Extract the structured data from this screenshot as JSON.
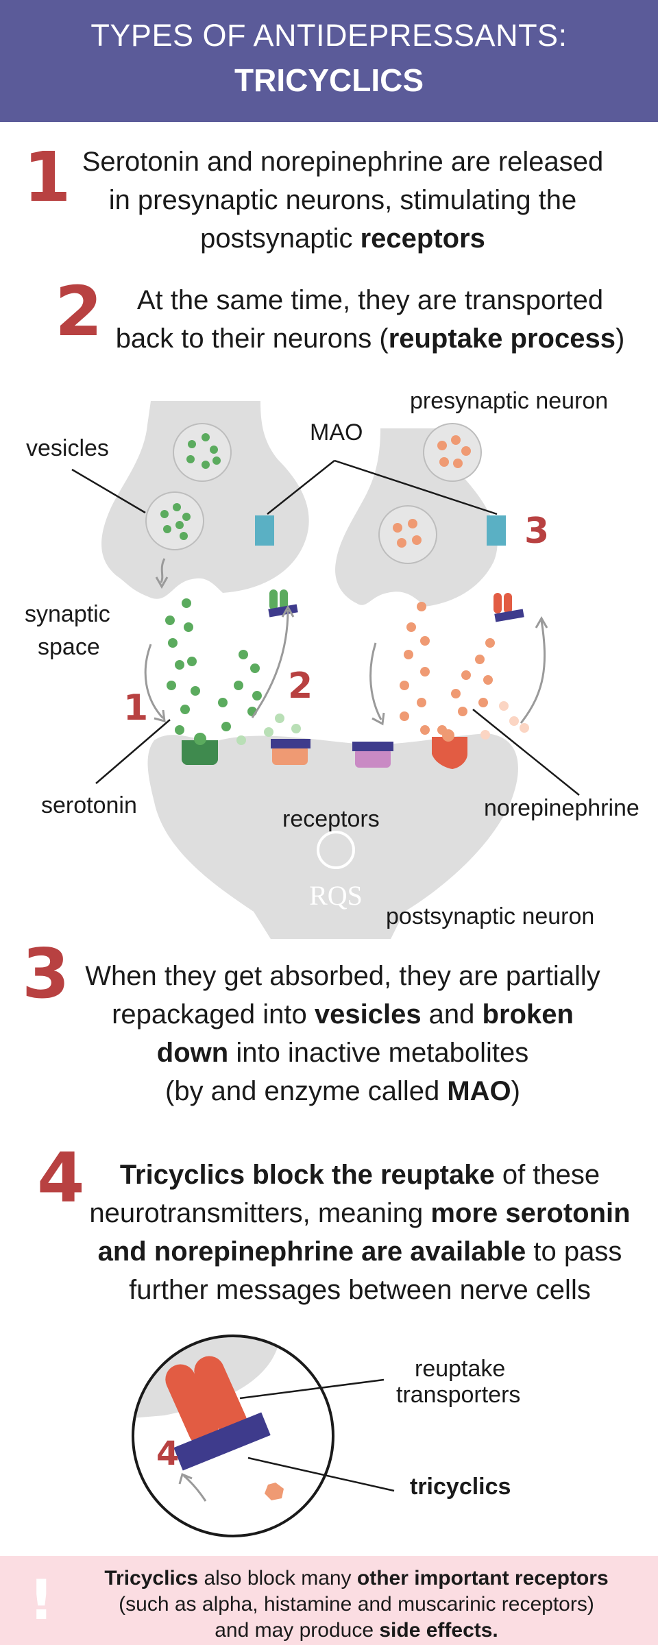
{
  "header": {
    "line1": "TYPES OF ANTIDEPRESSANTS:",
    "line2": "TRICYCLICS"
  },
  "steps": [
    {
      "num": "1",
      "parts": [
        "Serotonin and norepinephrine are released",
        "in presynaptic neurons, stimulating the",
        "postsynaptic ",
        "receptors"
      ]
    },
    {
      "num": "2",
      "parts": [
        "At the same time, they are transported",
        "back to their neurons (",
        "reuptake process",
        ")"
      ]
    },
    {
      "num": "3",
      "parts": [
        "When they get absorbed, they are partially",
        "repackaged into ",
        "vesicles",
        " and ",
        "broken",
        "down",
        " into inactive metabolites",
        "(by and enzyme called ",
        "MAO",
        ")"
      ]
    },
    {
      "num": "4",
      "parts": [
        "Tricyclics block the reuptake",
        " of these",
        "neurotransmitters, meaning ",
        "more serotonin",
        "and norepinephrine are available",
        " to pass",
        "further messages between nerve cells"
      ]
    }
  ],
  "diagram": {
    "labels": {
      "vesicles": "vesicles",
      "mao": "MAO",
      "presynaptic": "presynaptic neuron",
      "synaptic_space_1": "synaptic",
      "synaptic_space_2": "space",
      "serotonin": "serotonin",
      "receptors": "receptors",
      "norepinephrine": "norepinephrine",
      "postsynaptic": "postsynaptic neuron",
      "marker_1": "1",
      "marker_2": "2",
      "marker_3": "3",
      "logo": "RQS"
    },
    "colors": {
      "neuron": "#dedede",
      "serotonin": "#5bab5e",
      "norepinephrine": "#ef9a73",
      "mao": "#5ab0c4",
      "blocker": "#3e3b8c",
      "accent": "#b84141"
    }
  },
  "inset": {
    "reuptake_1": "reuptake",
    "reuptake_2": "transporters",
    "tricyclics": "tricyclics",
    "marker": "4"
  },
  "footer": {
    "exclamation": "!",
    "parts": [
      "Tricyclics",
      " also block many ",
      "other important receptors",
      "(such as alpha, histamine and muscarinic receptors)",
      "and may produce ",
      "side effects."
    ]
  }
}
